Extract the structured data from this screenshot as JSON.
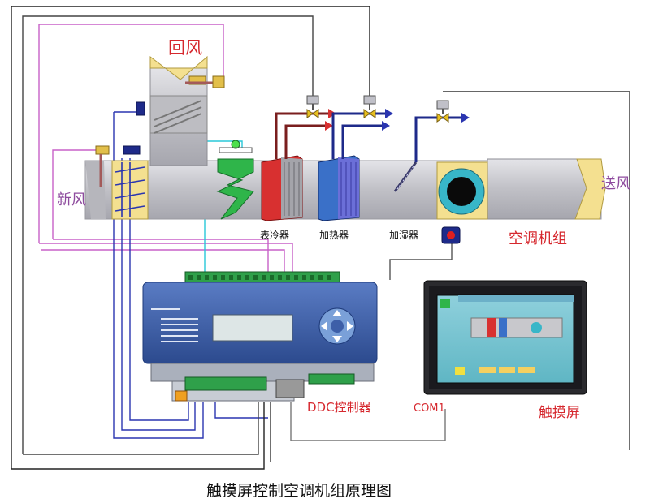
{
  "labels": {
    "return_air": "回风",
    "fresh_air": "新风",
    "supply_air": "送风",
    "ahu": "空调机组",
    "cooler": "表冷器",
    "heater": "加热器",
    "humidifier": "加湿器",
    "ddc": "DDC控制器",
    "com1": "COM1",
    "touch_screen": "触摸屏"
  },
  "caption": "触摸屏控制空调机组原理图",
  "colors": {
    "duct": "#c4c4c8",
    "magenta_wire": "#c860c8",
    "blue_wire": "#2a35b0",
    "cyan_wire": "#28c8d8",
    "cooler": "#d83030",
    "heater": "#3a70c8",
    "filter_green": "#2fb54a",
    "controller": "#3d5fa8",
    "label_red": "#d6282e",
    "label_purple": "#8e4b9e"
  },
  "icons": [
    "damper-actuator-icon",
    "valve-actuator-icon",
    "fan-icon",
    "sensor-icon",
    "terminal-block-icon"
  ]
}
